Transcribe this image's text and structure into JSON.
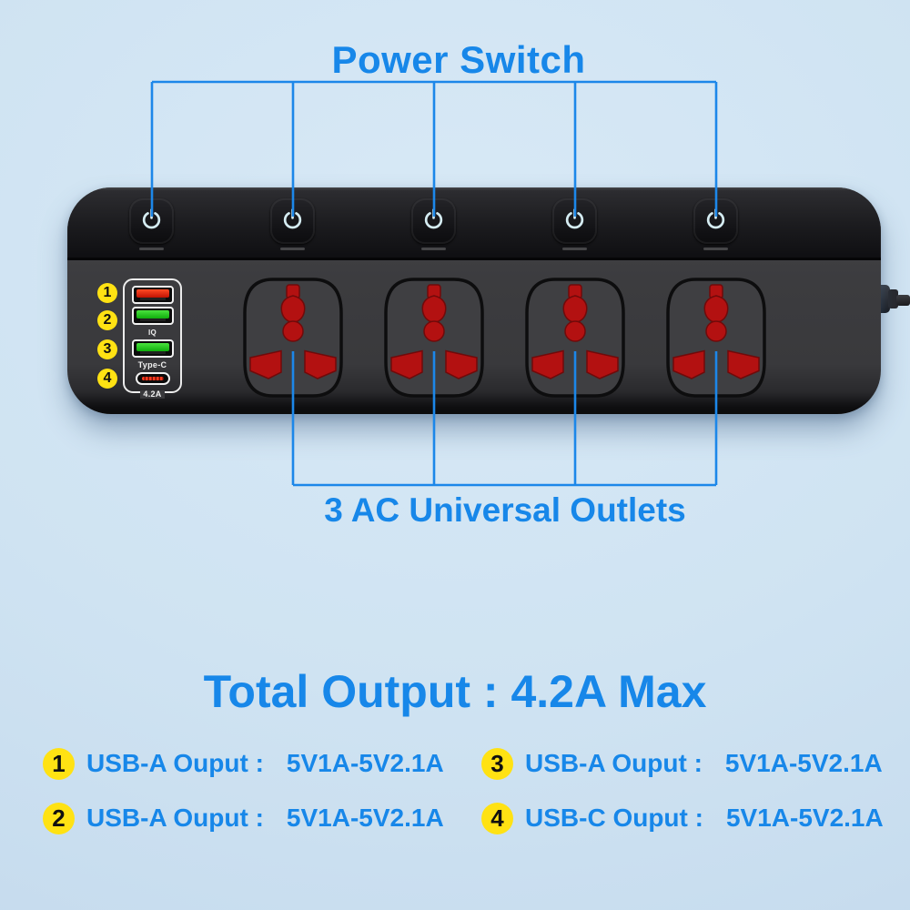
{
  "colors": {
    "accent_blue": "#1787e9",
    "callout_line_blue": "#1c87e9",
    "badge_yellow": "#ffe213",
    "strip_band_black": "#1b1b1e",
    "strip_face_gray": "#39393c",
    "outlet_red": "#b31111",
    "usb_a_red": "#e83517",
    "usb_a_green": "#2ed42b",
    "background_blue": "#cfe3f2"
  },
  "callouts": {
    "power_switch": "Power Switch",
    "ac_outlets": "3 AC Universal Outlets"
  },
  "total_output": "Total Output : 4.2A Max",
  "device": {
    "switch_count": 5,
    "outlet_count": 4,
    "usb_panel": {
      "port_numbers": [
        "1",
        "2",
        "3",
        "4"
      ],
      "iq_label": "IQ",
      "type_c_label": "Type-C",
      "total_current_label": "4.2A"
    }
  },
  "specs": [
    {
      "num": "1",
      "label": "USB-A Ouput :",
      "value": "5V1A-5V2.1A"
    },
    {
      "num": "2",
      "label": "USB-A Ouput :",
      "value": "5V1A-5V2.1A"
    },
    {
      "num": "3",
      "label": "USB-A Ouput :",
      "value": "5V1A-5V2.1A"
    },
    {
      "num": "4",
      "label": "USB-C Ouput :",
      "value": "5V1A-5V2.1A"
    }
  ]
}
